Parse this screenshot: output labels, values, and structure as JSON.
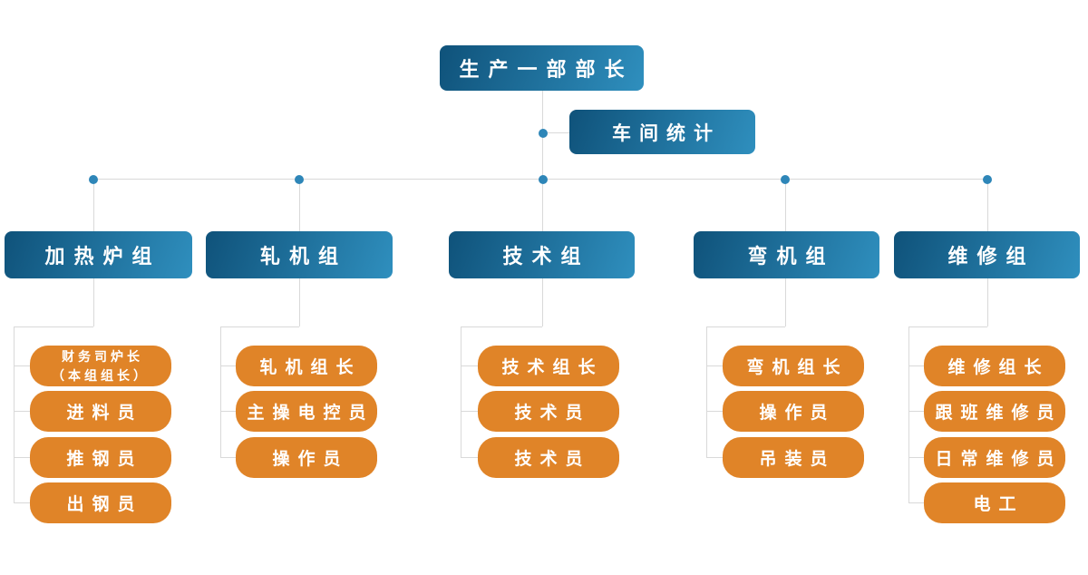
{
  "root_node": {
    "label": "生产一部部长"
  },
  "stats_node": {
    "label": "车间统计"
  },
  "groups": [
    {
      "id": "heating-furnace-group",
      "label": "加热炉组",
      "members": [
        "财务司炉长\n（本组组长）",
        "进料员",
        "推钢员",
        "出钢员"
      ]
    },
    {
      "id": "rolling-mill-group",
      "label": "轧机组",
      "members": [
        "轧机组长",
        "主操电控员",
        "操作员"
      ]
    },
    {
      "id": "technology-group",
      "label": "技术组",
      "members": [
        "技术组长",
        "技术员",
        "技术员"
      ]
    },
    {
      "id": "bending-machine-group",
      "label": "弯机组",
      "members": [
        "弯机组长",
        "操作员",
        "吊装员"
      ]
    },
    {
      "id": "maintenance-group",
      "label": "维修组",
      "members": [
        "维修组长",
        "跟班维修员",
        "日常维修员",
        "电工"
      ]
    }
  ],
  "colors": {
    "node_blue_dark": "#0f527a",
    "node_blue_light": "#2f8fbe",
    "member_orange": "#e08428",
    "connector_line": "#d9d9d9",
    "connector_dot": "#2e86b8"
  }
}
